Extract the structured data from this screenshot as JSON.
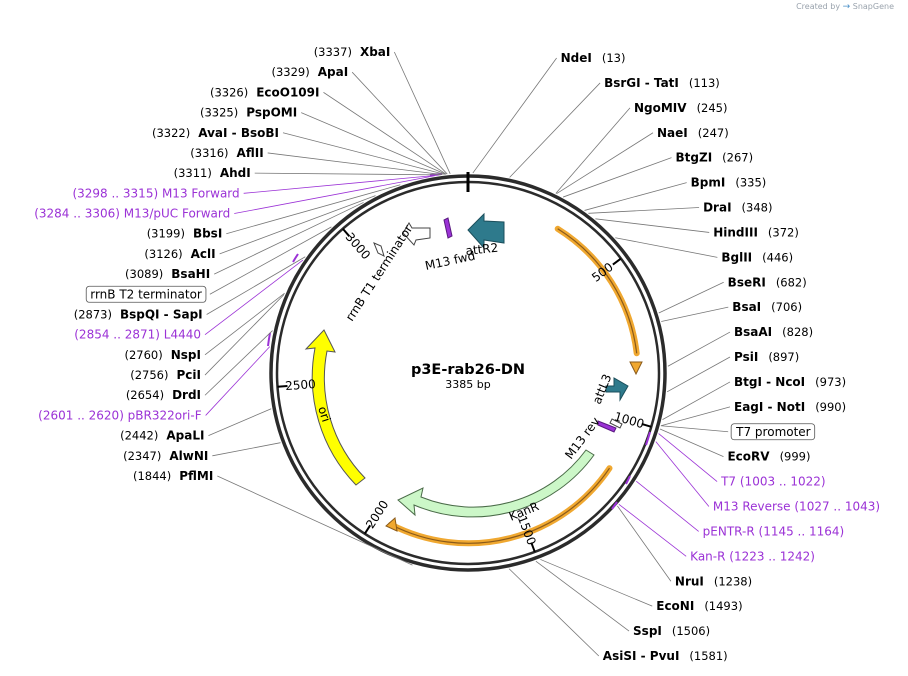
{
  "credit": {
    "text": "Created by",
    "brand": "SnapGene"
  },
  "plasmid": {
    "name": "p3E-rab26-DN",
    "size_text": "3385 bp",
    "length": 3385
  },
  "ticks": [
    {
      "label": "500",
      "pos": 500
    },
    {
      "label": "1000",
      "pos": 1000
    },
    {
      "label": "1500",
      "pos": 1500
    },
    {
      "label": "2000",
      "pos": 2000
    },
    {
      "label": "2500",
      "pos": 2500
    },
    {
      "label": "3000",
      "pos": 3000
    }
  ],
  "enzymes": [
    {
      "name": "NdeI",
      "pos": "(13)",
      "site": 13,
      "side": "right"
    },
    {
      "name": "BsrGI  - TatI",
      "pos": "(113)",
      "site": 113,
      "side": "right"
    },
    {
      "name": "NgoMIV",
      "pos": "(245)",
      "site": 245,
      "side": "right"
    },
    {
      "name": "NaeI",
      "pos": "(247)",
      "site": 247,
      "side": "right"
    },
    {
      "name": "BtgZI",
      "pos": "(267)",
      "site": 267,
      "side": "right"
    },
    {
      "name": "BpmI",
      "pos": "(335)",
      "site": 335,
      "side": "right"
    },
    {
      "name": "DraI",
      "pos": "(348)",
      "site": 348,
      "side": "right"
    },
    {
      "name": "HindIII",
      "pos": "(372)",
      "site": 372,
      "side": "right"
    },
    {
      "name": "BglII",
      "pos": "(446)",
      "site": 446,
      "side": "right"
    },
    {
      "name": "BseRI",
      "pos": "(682)",
      "site": 682,
      "side": "right"
    },
    {
      "name": "BsaI",
      "pos": "(706)",
      "site": 706,
      "side": "right"
    },
    {
      "name": "BsaAI",
      "pos": "(828)",
      "site": 828,
      "side": "right"
    },
    {
      "name": "PsiI",
      "pos": "(897)",
      "site": 897,
      "side": "right"
    },
    {
      "name": "BtgI  - NcoI",
      "pos": "(973)",
      "site": 973,
      "side": "right"
    },
    {
      "name": "EagI  - NotI",
      "pos": "(990)",
      "site": 990,
      "side": "right"
    },
    {
      "name": "EcoRV",
      "pos": "(999)",
      "site": 999,
      "side": "right"
    },
    {
      "name": "NruI",
      "pos": "(1238)",
      "site": 1238,
      "side": "right"
    },
    {
      "name": "EcoNI",
      "pos": "(1493)",
      "site": 1493,
      "side": "right"
    },
    {
      "name": "SspI",
      "pos": "(1506)",
      "site": 1506,
      "side": "right"
    },
    {
      "name": "AsiSI  - PvuI",
      "pos": "(1581)",
      "site": 1581,
      "side": "right"
    },
    {
      "name": "PflMI",
      "pos": "(1844)",
      "site": 1844,
      "side": "left"
    },
    {
      "name": "AlwNI",
      "pos": "(2347)",
      "site": 2347,
      "side": "left"
    },
    {
      "name": "ApaLI",
      "pos": "(2442)",
      "site": 2442,
      "side": "left"
    },
    {
      "name": "DrdI",
      "pos": "(2654)",
      "site": 2654,
      "side": "left"
    },
    {
      "name": "PciI",
      "pos": "(2756)",
      "site": 2756,
      "side": "left"
    },
    {
      "name": "NspI",
      "pos": "(2760)",
      "site": 2760,
      "side": "left"
    },
    {
      "name": "BspQI  - SapI",
      "pos": "(2873)",
      "site": 2873,
      "side": "left"
    },
    {
      "name": "BsaHI",
      "pos": "(3089)",
      "site": 3089,
      "side": "left"
    },
    {
      "name": "AclI",
      "pos": "(3126)",
      "site": 3126,
      "side": "left"
    },
    {
      "name": "BbsI",
      "pos": "(3199)",
      "site": 3199,
      "side": "left"
    },
    {
      "name": "AhdI",
      "pos": "(3311)",
      "site": 3311,
      "side": "left"
    },
    {
      "name": "AflII",
      "pos": "(3316)",
      "site": 3316,
      "side": "left"
    },
    {
      "name": "AvaI  - BsoBI",
      "pos": "(3322)",
      "site": 3322,
      "side": "left"
    },
    {
      "name": "PspOMI",
      "pos": "(3325)",
      "site": 3325,
      "side": "left"
    },
    {
      "name": "EcoO109I",
      "pos": "(3326)",
      "site": 3326,
      "side": "left"
    },
    {
      "name": "ApaI",
      "pos": "(3329)",
      "site": 3329,
      "side": "left"
    },
    {
      "name": "XbaI",
      "pos": "(3337)",
      "site": 3337,
      "side": "left"
    }
  ],
  "primers": [
    {
      "label": "T7   (1003 .. 1022)",
      "site": 1012,
      "side": "right"
    },
    {
      "label": "M13 Reverse   (1027 .. 1043)",
      "site": 1035,
      "side": "right"
    },
    {
      "label": "pENTR-R   (1145 .. 1164)",
      "site": 1154,
      "side": "right"
    },
    {
      "label": "Kan-R   (1223 .. 1242)",
      "site": 1232,
      "side": "right"
    },
    {
      "label": "(2601 .. 2620)  pBR322ori-F",
      "site": 2610,
      "side": "left"
    },
    {
      "label": "(2854 .. 2871)  L4440",
      "site": 2862,
      "side": "left"
    },
    {
      "label": "(3284 .. 3306)  M13/pUC Forward",
      "site": 3295,
      "side": "left"
    },
    {
      "label": "(3298 .. 3315)  M13 Forward",
      "site": 3306,
      "side": "left"
    }
  ],
  "boxed_features": [
    {
      "label": "T7 promoter",
      "site": 990,
      "side": "right"
    },
    {
      "label": "rrnB T2 terminator",
      "site": 2980,
      "side": "left"
    }
  ],
  "features": [
    {
      "label": "attR2",
      "kind": "arrow"
    },
    {
      "label": "M13 fwd",
      "kind": "primer"
    },
    {
      "label": "rrnB T1 terminator",
      "kind": "terminator"
    },
    {
      "label": "attL3",
      "kind": "arrow"
    },
    {
      "label": "M13 rev",
      "kind": "primer"
    },
    {
      "label": "KanR",
      "kind": "cds"
    },
    {
      "label": "ori",
      "kind": "origin"
    }
  ],
  "colors": {
    "backbone": "#2b2b2b",
    "orf": "#f0a830",
    "kanr": "#ccf7c8",
    "ori": "#ffff00",
    "att": "#2e7a8c",
    "primer": "#9b32d6",
    "enzyme_line": "#777777"
  }
}
